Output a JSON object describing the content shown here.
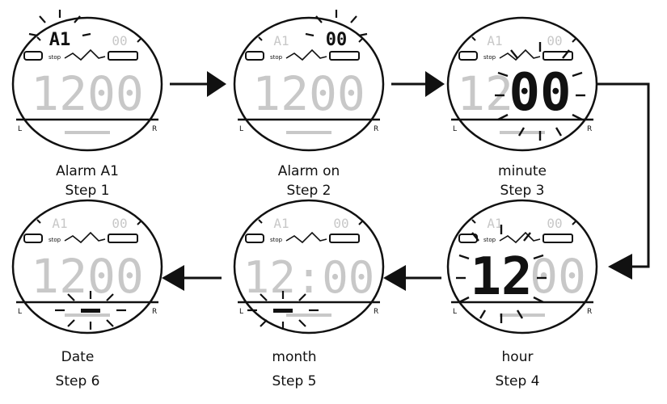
{
  "steps": [
    {
      "step": "Step 1",
      "label": "Alarm A1",
      "display": {
        "top_left": "A1",
        "top_right": "00",
        "time": "1200",
        "blink": "top_left"
      }
    },
    {
      "step": "Step 2",
      "label": "Alarm on",
      "display": {
        "top_left": "A1",
        "top_right": "00",
        "time": "1200",
        "blink": "top_right"
      }
    },
    {
      "step": "Step 3",
      "label": "minute",
      "display": {
        "top_left": "A1",
        "top_right": "00",
        "time_left": "12",
        "time_right": "00",
        "blink": "time_right"
      }
    },
    {
      "step": "Step 4",
      "label": "hour",
      "display": {
        "top_left": "A1",
        "top_right": "00",
        "time_left": "12",
        "time_right": "00",
        "blink": "time_left"
      }
    },
    {
      "step": "Step 5",
      "label": "month",
      "display": {
        "top_left": "A1",
        "top_right": "00",
        "time": "12:00",
        "blink": "bottom"
      }
    },
    {
      "step": "Step 6",
      "label": "Date",
      "display": {
        "top_left": "A1",
        "top_right": "00",
        "time": "1200",
        "blink": "bottom"
      }
    }
  ],
  "colors": {
    "ink": "#111111",
    "faded_segment": "#c8c8c8",
    "background": "#ffffff"
  }
}
